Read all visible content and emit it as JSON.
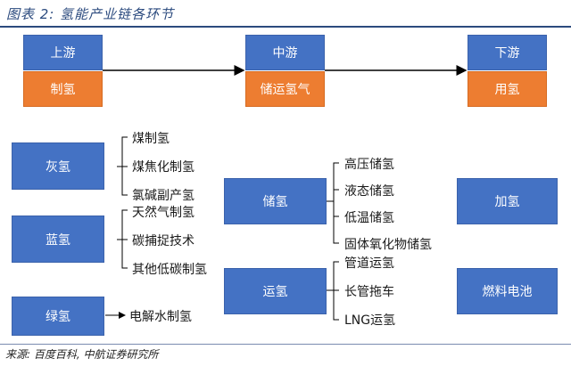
{
  "title": "图表 2: 氢能产业链各环节",
  "source": "来源: 百度百科, 中航证券研究所",
  "chain": {
    "upstream": "上游",
    "upstream_sub": "制氢",
    "midstream": "中游",
    "midstream_sub": "储运氢气",
    "downstream": "下游",
    "downstream_sub": "用氢"
  },
  "production": {
    "gray": {
      "label": "灰氢",
      "items": [
        "煤制氢",
        "煤焦化制氢",
        "氯碱副产氢"
      ]
    },
    "blue": {
      "label": "蓝氢",
      "items": [
        "天然气制氢",
        "碳捕捉技术",
        "其他低碳制氢"
      ]
    },
    "green": {
      "label": "绿氢",
      "items": [
        "电解水制氢"
      ]
    }
  },
  "storage": {
    "label": "储氢",
    "items": [
      "高压储氢",
      "液态储氢",
      "低温储氢",
      "固体氧化物储氢"
    ]
  },
  "transport": {
    "label": "运氢",
    "items": [
      "管道运氢",
      "长管拖车",
      "LNG运氢"
    ]
  },
  "usage": {
    "refuel": "加氢",
    "fuel_cell": "燃料电池"
  },
  "colors": {
    "blue": "#4472c4",
    "orange": "#ed7d31",
    "title": "#2b4a7e"
  }
}
